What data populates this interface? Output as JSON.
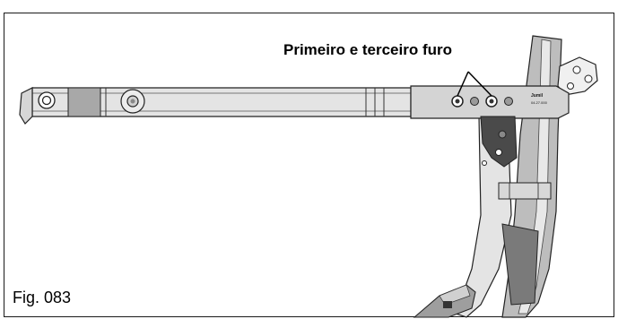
{
  "figure": {
    "callout_label": "Primeiro e terceiro furo",
    "caption": "Fig. 083",
    "part_brand_mark": "Jumil"
  },
  "colors": {
    "frame": "#1a1a1a",
    "metal_light": "#e4e4e4",
    "metal_mid": "#bdbdbd",
    "metal_dark": "#7a7a7a",
    "bracket_dark": "#4a4a4a"
  }
}
